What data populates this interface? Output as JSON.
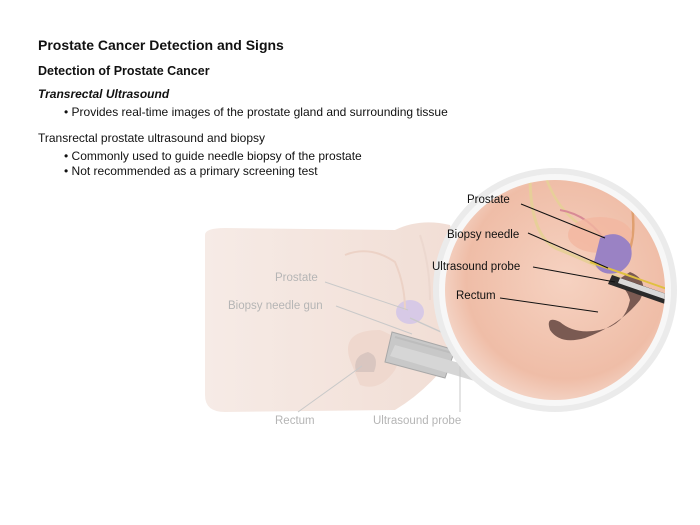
{
  "document": {
    "title": "Prostate Cancer Detection and Signs",
    "subtitle": "Detection of Prostate Cancer",
    "section_heading": "Transrectal Ultrasound",
    "section_bullets": [
      "• Provides real-time images of the prostate gland and surrounding tissue"
    ],
    "second_heading": "Transrectal prostate ultrasound and biopsy",
    "second_bullets": [
      "• Commonly used to guide needle biopsy of the prostate",
      "• Not recommended as a primary screening test"
    ]
  },
  "illustration": {
    "zoom_labels": {
      "prostate": "Prostate",
      "biopsy_needle": "Biopsy needle",
      "ultrasound_probe": "Ultrasound probe",
      "rectum": "Rectum"
    },
    "body_labels": {
      "prostate": "Prostate",
      "biopsy_needle_gun": "Biopsy needle gun",
      "rectum": "Rectum",
      "ultrasound_probe": "Ultrasound probe"
    },
    "colors": {
      "skin_faint": "#f6e6df",
      "zoom_bg": "#f2c9b6",
      "prostate": "#9a82c4",
      "rectum": "#7a5a52",
      "lens_ring": "#e6e6e6"
    }
  }
}
